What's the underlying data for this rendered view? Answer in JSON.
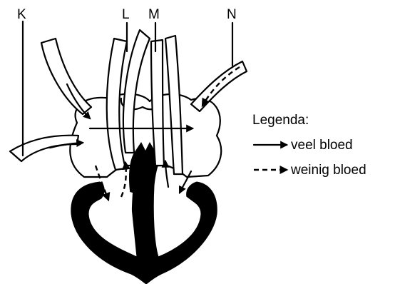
{
  "labels": {
    "k": "K",
    "l": "L",
    "m": "M",
    "n": "N"
  },
  "legend": {
    "title": "Legenda:",
    "solid": "veel bloed",
    "dashed": "weinig bloed"
  }
}
